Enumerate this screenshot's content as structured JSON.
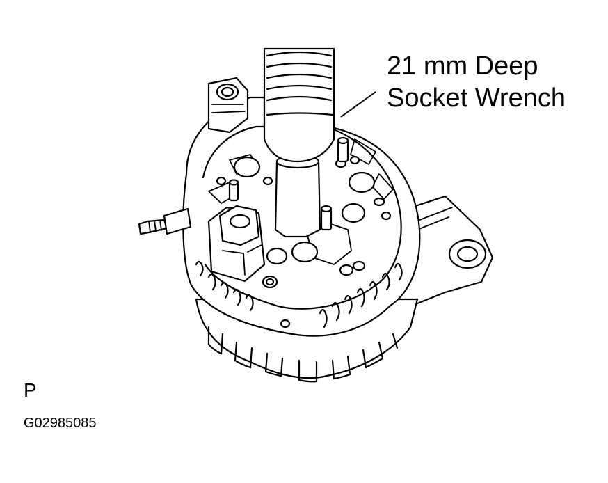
{
  "diagram": {
    "callout_line1": "21 mm Deep",
    "callout_line2": "Socket Wrench",
    "view_label": "P",
    "figure_code": "G02985085"
  },
  "colors": {
    "line": "#000000",
    "background": "#ffffff"
  }
}
